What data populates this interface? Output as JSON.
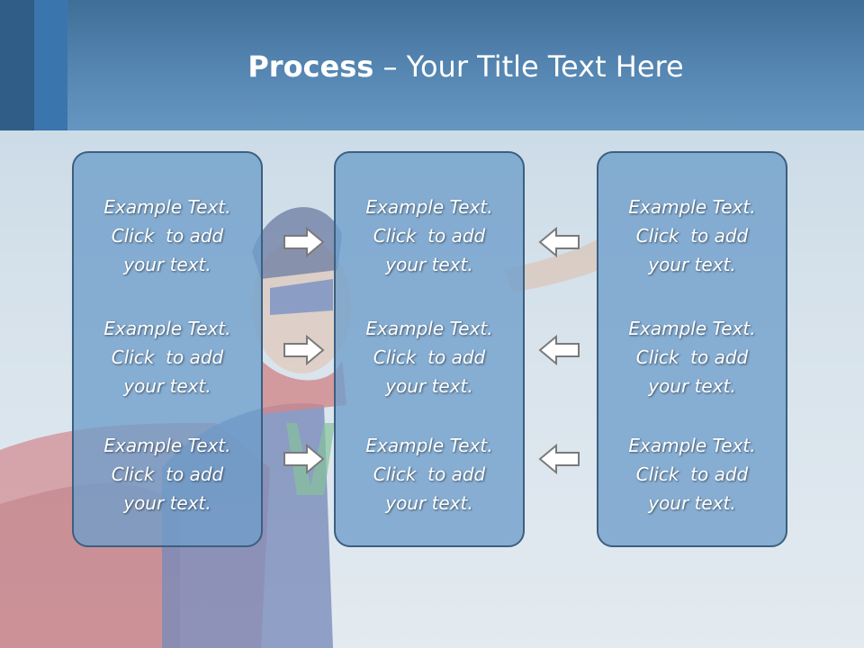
{
  "title": {
    "bold": "Process",
    "rest": " – Your Title Text Here"
  },
  "columns": [
    {
      "name": "left",
      "items": [
        {
          "line1": "Example Text.",
          "line2": "Click  to add",
          "line3": "your text."
        },
        {
          "line1": "Example Text.",
          "line2": "Click  to add",
          "line3": "your text."
        },
        {
          "line1": "Example Text.",
          "line2": "Click  to add",
          "line3": "your text."
        }
      ]
    },
    {
      "name": "center",
      "items": [
        {
          "line1": "Example Text.",
          "line2": "Click  to add",
          "line3": "your text."
        },
        {
          "line1": "Example Text.",
          "line2": "Click  to add",
          "line3": "your text."
        },
        {
          "line1": "Example Text.",
          "line2": "Click  to add",
          "line3": "your text."
        }
      ]
    },
    {
      "name": "right",
      "items": [
        {
          "line1": "Example Text.",
          "line2": "Click  to add",
          "line3": "your text."
        },
        {
          "line1": "Example Text.",
          "line2": "Click  to add",
          "line3": "your text."
        },
        {
          "line1": "Example Text.",
          "line2": "Click  to add",
          "line3": "your text."
        }
      ]
    }
  ],
  "arrows": {
    "left_group": "right-arrow-icon",
    "right_group": "left-arrow-icon"
  },
  "colors": {
    "title_band": "#5686b2",
    "box_fill": "#6e9eca",
    "box_border": "#3c5f80",
    "text": "#ffffff"
  }
}
